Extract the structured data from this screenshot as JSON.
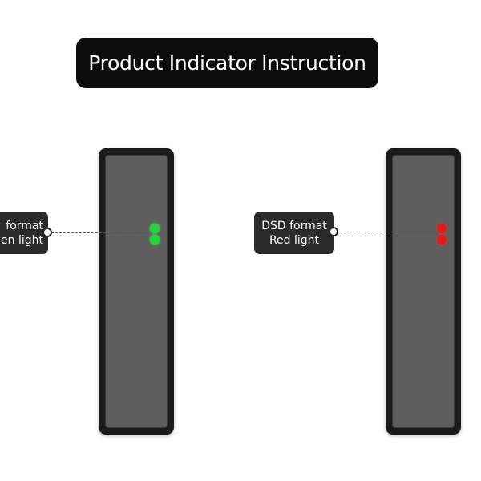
{
  "title": "Product Indicator Instruction",
  "colors": {
    "title_bg": "#0c0c0c",
    "device_body": "#1b1b1b",
    "device_face": "#5e5e5e",
    "led_green": "#27d43a",
    "led_red": "#e41b1b",
    "label_bg": "#2b2b2b"
  },
  "indicators": [
    {
      "line1": "format",
      "line2": "en light",
      "led_color": "green"
    },
    {
      "line1": "DSD format",
      "line2": "Red light",
      "led_color": "red"
    }
  ]
}
